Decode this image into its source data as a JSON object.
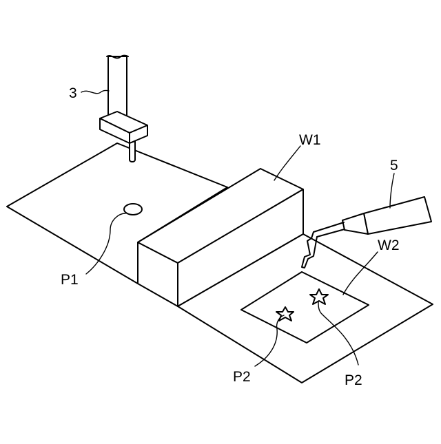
{
  "labels": {
    "torch": "3",
    "workpiece_upper": "W1",
    "probe": "5",
    "workpiece_lower": "W2",
    "point_p1": "P1",
    "point_p2_left": "P2",
    "point_p2_right": "P2"
  }
}
